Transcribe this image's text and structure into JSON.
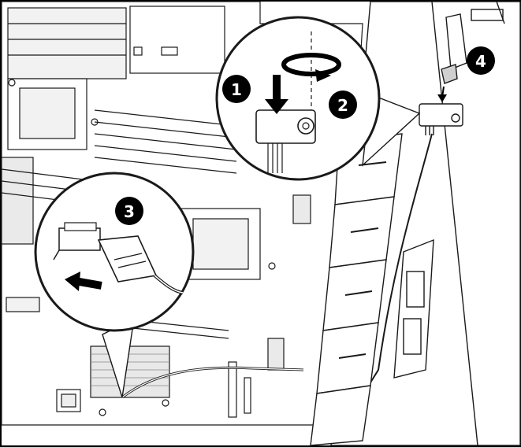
{
  "figure": {
    "image_description_hidden": "",
    "callouts": [
      {
        "id": "step-1",
        "label": "1"
      },
      {
        "id": "step-2",
        "label": "2"
      },
      {
        "id": "step-3",
        "label": "3"
      },
      {
        "id": "step-4",
        "label": "4"
      }
    ]
  },
  "colors": {
    "line": "#1a1a1a",
    "fill": "#ffffff",
    "shade": "#d9d9d9",
    "dark": "#111111",
    "mid": "#9a9a9a"
  }
}
